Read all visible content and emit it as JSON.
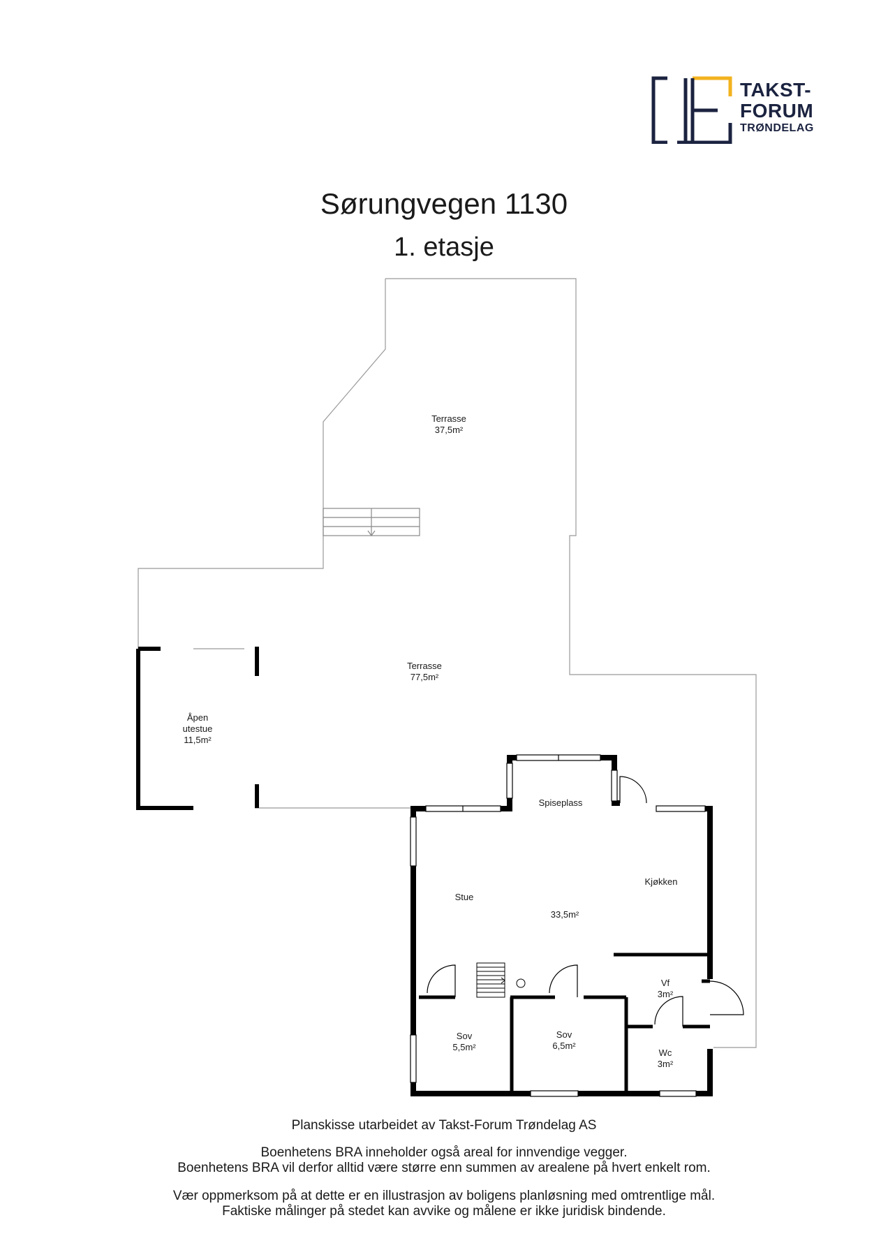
{
  "logo": {
    "line1": "TAKST-",
    "line2": "FORUM",
    "line3": "TRØNDELAG",
    "colors": {
      "navy": "#1b2340",
      "gold": "#f2b21e"
    }
  },
  "title": "Sørungvegen 1130",
  "subtitle": "1. etasje",
  "rooms": {
    "terrasse_top": {
      "name": "Terrasse",
      "area": "37,5m²"
    },
    "terrasse_main": {
      "name": "Terrasse",
      "area": "77,5m²"
    },
    "utestue": {
      "name1": "Åpen",
      "name2": "utestue",
      "area": "11,5m²"
    },
    "spiseplass": {
      "name": "Spiseplass"
    },
    "kjokken": {
      "name": "Kjøkken"
    },
    "stue": {
      "name": "Stue"
    },
    "main_area": {
      "area": "33,5m²"
    },
    "vf": {
      "name": "Vf",
      "area": "3m²"
    },
    "sov1": {
      "name": "Sov",
      "area": "5,5m²"
    },
    "sov2": {
      "name": "Sov",
      "area": "6,5m²"
    },
    "wc": {
      "name": "Wc",
      "area": "3m²"
    }
  },
  "footer": {
    "credit": "Planskisse utarbeidet av Takst-Forum Trøndelag AS",
    "bra1": "Boenhetens BRA inneholder også areal for innvendige vegger.",
    "bra2": "Boenhetens BRA vil derfor alltid være større enn summen av arealene på hvert enkelt rom.",
    "note1": "Vær oppmerksom på at dette er en illustrasjon av boligens planløsning med omtrentlige mål.",
    "note2": "Faktiske målinger på stedet kan avvike og målene er ikke juridisk bindende."
  }
}
